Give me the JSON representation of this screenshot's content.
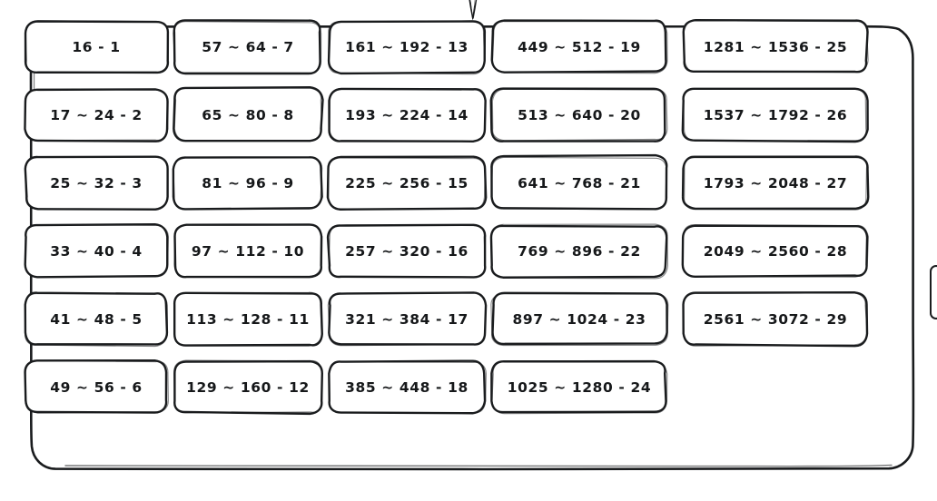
{
  "diagram": {
    "title": "Size class range table",
    "arrow": {
      "name": "down-arrow",
      "direction": "down"
    },
    "container": {
      "name": "size-class-container"
    },
    "stroke_color": "#1a1c1e",
    "fill_color": "#ffffff",
    "columns": 5,
    "rows": 6,
    "range_separator": "~",
    "index_separator": "-"
  },
  "chart_data": {
    "type": "table",
    "title": "Size class range table",
    "columns": [
      {
        "index": 1,
        "cells": [
          "16 - 1",
          "17 ~ 24 - 2",
          "25 ~ 32 - 3",
          "33 ~ 40 - 4",
          "41 ~ 48 - 5",
          "49 ~ 56 - 6"
        ]
      },
      {
        "index": 2,
        "cells": [
          "57 ~ 64 - 7",
          "65 ~ 80 - 8",
          "81 ~ 96 - 9",
          "97 ~ 112 - 10",
          "113 ~ 128 - 11",
          "129 ~ 160 - 12"
        ]
      },
      {
        "index": 3,
        "cells": [
          "161 ~ 192 - 13",
          "193 ~ 224 - 14",
          "225 ~ 256 - 15",
          "257 ~ 320 - 16",
          "321 ~ 384 - 17",
          "385 ~ 448 - 18"
        ]
      },
      {
        "index": 4,
        "cells": [
          "449 ~ 512 - 19",
          "513 ~ 640 - 20",
          "641 ~ 768 - 21",
          "769 ~ 896 - 22",
          "897 ~ 1024 - 23",
          "1025 ~ 1280 - 24"
        ]
      },
      {
        "index": 5,
        "cells": [
          "1281 ~ 1536 - 25",
          "1537 ~ 1792 - 26",
          "1793 ~ 2048 - 27",
          "2049 ~ 2560 - 28",
          "2561 ~ 3072 - 29"
        ]
      }
    ]
  }
}
